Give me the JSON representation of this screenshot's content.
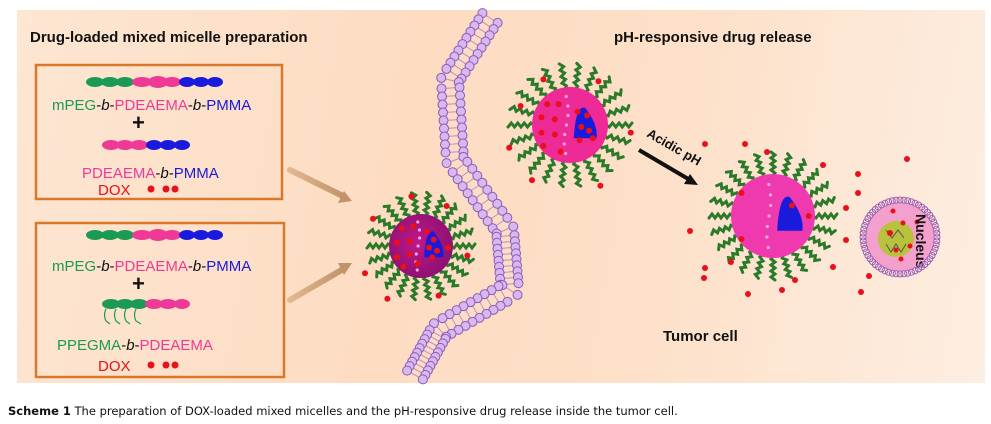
{
  "headings": {
    "preparation": "Drug-loaded mixed micelle preparation",
    "release": "pH-responsive drug release",
    "tumor_cell": "Tumor cell",
    "nucleus": "Nucleus",
    "acidic_ph": "Acidic pH"
  },
  "box1": {
    "polymer1": {
      "seg1": "mPEG",
      "sep1": "-",
      "b1": "b",
      "sep2": "-",
      "seg2": "PDEAEMA",
      "sep3": "-",
      "b2": "b",
      "sep4": "-",
      "seg3": "PMMA"
    },
    "plus": "+",
    "polymer2": {
      "seg1": "PDEAEMA",
      "sep1": "-",
      "b1": "b",
      "sep2": "-",
      "seg2": "PMMA"
    },
    "drug": "DOX"
  },
  "box2": {
    "polymer1": {
      "seg1": "mPEG",
      "sep1": "-",
      "b1": "b",
      "sep2": "-",
      "seg2": "PDEAEMA",
      "sep3": "-",
      "b2": "b",
      "sep4": "-",
      "seg3": "PMMA"
    },
    "plus": "+",
    "polymer2": {
      "seg1": "PPEGMA",
      "sep1": "-",
      "b1": "b",
      "sep2": "-",
      "seg2": "PDEAEMA"
    },
    "drug": "DOX"
  },
  "caption": {
    "label": "Scheme 1",
    "text": " The preparation of DOX-loaded mixed micelles and the pH-responsive drug release inside the tumor cell."
  },
  "colors": {
    "peg_green": "#1a9a55",
    "pdeaema_pink": "#ee3a96",
    "pmma_blue": "#1a1adc",
    "dox_red": "#e8101a",
    "box_border": "#d9782a",
    "membrane_purple": "#9a6ac4",
    "corona_green": "#2a7a2a"
  }
}
